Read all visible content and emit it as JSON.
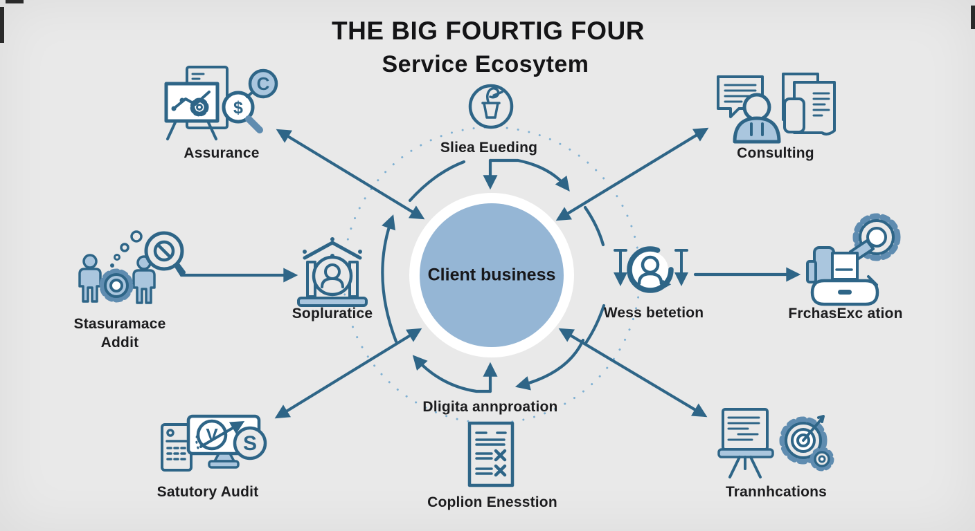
{
  "title": {
    "line1": "THE BIG FOURTIG FOUR",
    "line2": "Service Ecosytem"
  },
  "center": {
    "label": "Client business"
  },
  "nodes": {
    "top": {
      "label": "Sliea Eueding"
    },
    "top_left": {
      "label": "Assurance"
    },
    "top_right": {
      "label": "Consulting"
    },
    "left": {
      "line1": "Stasuramace",
      "line2": "Addit"
    },
    "mid_left": {
      "label": "Sopluratice"
    },
    "mid_right": {
      "label": "Wess betetion"
    },
    "far_right": {
      "label": "FrchasExc ation"
    },
    "bottom_left": {
      "label": "Satutory Audit"
    },
    "bottom_mid": {
      "label": "Dligita annproation"
    },
    "bottom_center": {
      "label": "Coplion Enesstion"
    },
    "bottom_right": {
      "label": "Trannhcations"
    }
  },
  "icon_text": {
    "magnifier_symbol": "$",
    "c_badge": "C",
    "s_badge": "S",
    "check_mark": "V"
  },
  "colors": {
    "background": "#e9e9e9",
    "stroke_blue": "#2e6587",
    "fill_light_blue": "#aac6de",
    "center_circle_fill": "#95b6d5",
    "dotted_ring": "#7fb0d2",
    "text_dark": "#1c1c1e"
  }
}
